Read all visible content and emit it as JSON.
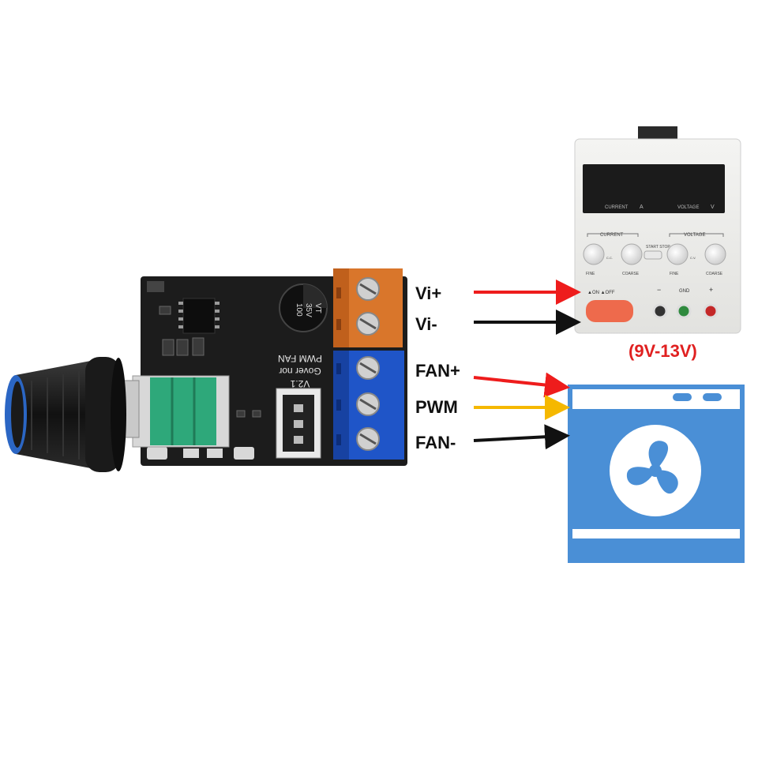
{
  "board": {
    "silkscreen_line1": "PWM FAN",
    "silkscreen_line2": "Gover nor",
    "silkscreen_line3": "V2.1",
    "capacitor_line1": "100",
    "capacitor_line2": "35V",
    "capacitor_line3": "VT"
  },
  "pins": {
    "vi_plus": "Vi+",
    "vi_minus": "Vi-",
    "fan_plus": "FAN+",
    "pwm": "PWM",
    "fan_minus": "FAN-"
  },
  "power_supply": {
    "current_label": "CURRENT",
    "current_unit": "A",
    "voltage_label": "VOLTAGE",
    "voltage_unit": "V",
    "current_group": "CURRENT",
    "voltage_group": "VOLTAGE",
    "fine_1": "FINE",
    "coarse_1": "COARSE",
    "fine_2": "FINE",
    "coarse_2": "COARSE",
    "cc": "C.C.",
    "cv": "C.V.",
    "start_stop": "START STOP",
    "on_off": "▲ON ▲OFF",
    "minus": "−",
    "gnd": "GND",
    "plus": "+",
    "voltage_range": "(9V-13V)"
  },
  "colors": {
    "wire_red": "#ee1c1c",
    "wire_black": "#111111",
    "wire_yellow": "#f5b800",
    "fan_blue": "#4a8fd6",
    "range_red": "#e02020",
    "terminal_orange": "#d9762b",
    "terminal_blue": "#1f55c8",
    "pcb_black": "#1c1c1c"
  }
}
